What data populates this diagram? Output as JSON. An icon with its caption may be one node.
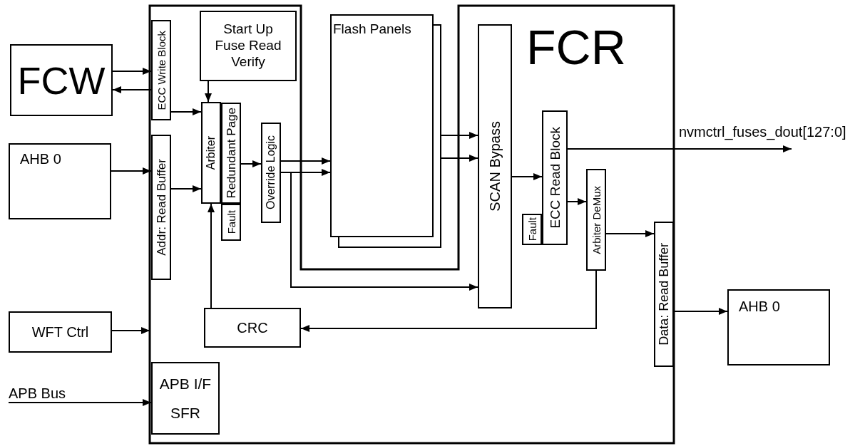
{
  "diagram": {
    "nodes": [
      {
        "text": [
          "FCW"
        ]
      },
      {
        "text": [
          "AHB 0"
        ]
      },
      {
        "text": [
          "WFT Ctrl"
        ]
      },
      {
        "text": [
          "APB Bus"
        ]
      },
      {
        "text": [
          "FCR"
        ]
      },
      {
        "text": [
          "ECC Write Block"
        ],
        "in": 4
      },
      {
        "text": [
          "Start Up Fuse Read Verify"
        ],
        "in": 4
      },
      {
        "text": [
          "Addr: Read Buffer"
        ],
        "in": 4
      },
      {
        "text": [
          "Arbiter"
        ],
        "in": 4
      },
      {
        "text": [
          "Redundant Page"
        ],
        "in": 4
      },
      {
        "text": [
          "Fault"
        ],
        "in": 4
      },
      {
        "text": [
          "Override Logic"
        ],
        "in": 4
      },
      {
        "text": [
          "CRC"
        ],
        "in": 4
      },
      {
        "text": [
          "APB I/F",
          "SFR"
        ],
        "in": 4
      },
      {
        "text": [
          "Flash Panels"
        ]
      },
      {
        "text": [
          "SCAN Bypass"
        ],
        "in": 4
      },
      {
        "text": [
          "ECC Read Block"
        ],
        "in": 4
      },
      {
        "text": [
          "Fault"
        ],
        "in": 4
      },
      {
        "text": [
          "Arbiter DeMux"
        ],
        "in": 4
      },
      {
        "text": [
          "Data: Read Buffer"
        ],
        "in": 4
      },
      {
        "text": [
          "AHB 0"
        ]
      }
    ],
    "edges": [
      {
        "from": 0,
        "to": 5,
        "arrow": "to"
      },
      {
        "from": 5,
        "to": 0,
        "arrow": "to"
      },
      {
        "from": 5,
        "to": 8,
        "arrow": "to"
      },
      {
        "from": 6,
        "to": 8,
        "arrow": "to"
      },
      {
        "from": 1,
        "to": 7,
        "arrow": "to"
      },
      {
        "from": 7,
        "to": 8,
        "arrow": "to"
      },
      {
        "from": 9,
        "to": 11,
        "arrow": "to"
      },
      {
        "from": 11,
        "to": 14,
        "arrow": "to"
      },
      {
        "from": 11,
        "to": 14,
        "arrow": "to"
      },
      {
        "from": 11,
        "to": 15,
        "arrow": "to"
      },
      {
        "from": 14,
        "to": 15,
        "arrow": "to"
      },
      {
        "from": 14,
        "to": 15,
        "arrow": "to"
      },
      {
        "from": 15,
        "to": 16,
        "arrow": "to"
      },
      {
        "from": 16,
        "to": null,
        "arrow": "to",
        "label": "nvmctrl_fuses_dout[127:0]"
      },
      {
        "from": 16,
        "to": 18,
        "arrow": "to"
      },
      {
        "from": 18,
        "to": 19,
        "arrow": "to"
      },
      {
        "from": 18,
        "to": 12,
        "arrow": "to"
      },
      {
        "from": 12,
        "to": 8,
        "arrow": "to"
      },
      {
        "from": 19,
        "to": 20,
        "arrow": "to"
      },
      {
        "from": 2,
        "to": 4,
        "arrow": "to"
      },
      {
        "from": 3,
        "to": 13,
        "arrow": "to"
      }
    ]
  }
}
